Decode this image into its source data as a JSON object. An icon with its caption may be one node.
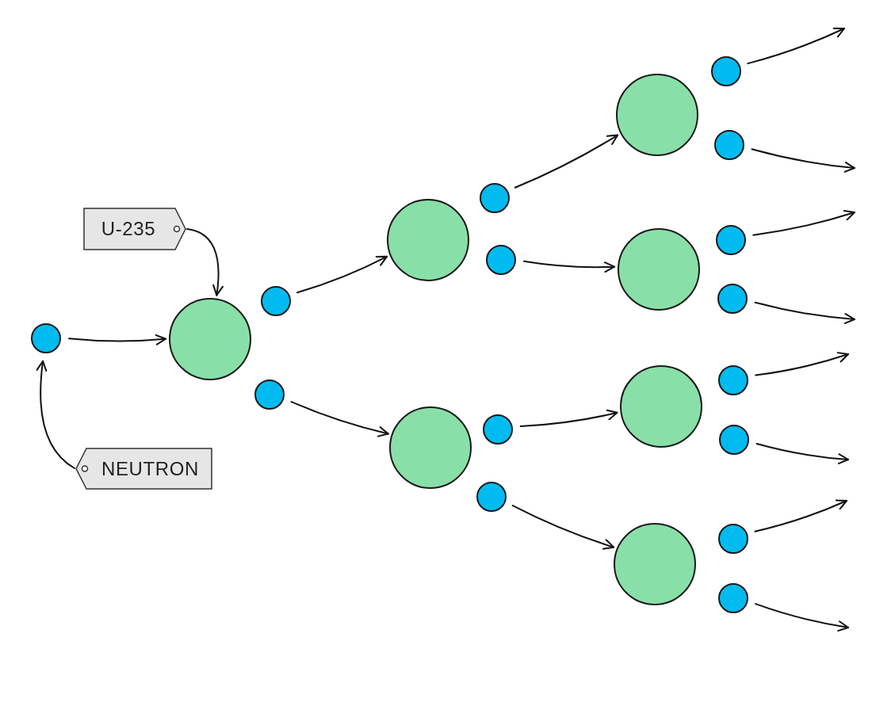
{
  "diagram": {
    "nodes": [
      {
        "text": [
          "U-235"
        ]
      },
      {
        "text": [
          "NEUTRON"
        ]
      },
      {
        "text": [],
        "shape": "circle"
      },
      {
        "text": [],
        "shape": "circle"
      },
      {
        "text": [],
        "shape": "circle"
      },
      {
        "text": [],
        "shape": "circle"
      },
      {
        "text": [],
        "shape": "circle"
      },
      {
        "text": [],
        "shape": "circle"
      },
      {
        "text": [],
        "shape": "circle"
      },
      {
        "text": [],
        "shape": "circle"
      },
      {
        "text": [],
        "shape": "circle"
      },
      {
        "text": [],
        "shape": "circle"
      },
      {
        "text": [],
        "shape": "circle"
      },
      {
        "text": [],
        "shape": "circle"
      },
      {
        "text": [],
        "shape": "circle"
      },
      {
        "text": [],
        "shape": "circle"
      },
      {
        "text": [],
        "shape": "circle"
      },
      {
        "text": [],
        "shape": "circle"
      },
      {
        "text": [],
        "shape": "circle"
      },
      {
        "text": [],
        "shape": "circle"
      },
      {
        "text": [],
        "shape": "circle"
      },
      {
        "text": [],
        "shape": "circle"
      },
      {
        "text": [],
        "shape": "circle"
      },
      {
        "text": [],
        "shape": "circle"
      }
    ],
    "edges": [
      {
        "from": 0,
        "to": 3,
        "arrow": "to"
      },
      {
        "from": 1,
        "to": 2,
        "arrow": "to"
      },
      {
        "from": 2,
        "to": 3,
        "arrow": "to"
      },
      {
        "from": 4,
        "to": 6,
        "arrow": "to"
      },
      {
        "from": 5,
        "to": 7,
        "arrow": "to"
      },
      {
        "from": 8,
        "to": 12,
        "arrow": "to"
      },
      {
        "from": 9,
        "to": 13,
        "arrow": "to"
      },
      {
        "from": 10,
        "to": 14,
        "arrow": "to"
      },
      {
        "from": 11,
        "to": 15,
        "arrow": "to"
      },
      {
        "from": 16,
        "to": null,
        "arrow": "to"
      },
      {
        "from": 17,
        "to": null,
        "arrow": "to"
      },
      {
        "from": 18,
        "to": null,
        "arrow": "to"
      },
      {
        "from": 19,
        "to": null,
        "arrow": "to"
      },
      {
        "from": 20,
        "to": null,
        "arrow": "to"
      },
      {
        "from": 21,
        "to": null,
        "arrow": "to"
      },
      {
        "from": 22,
        "to": null,
        "arrow": "to"
      },
      {
        "from": 23,
        "to": null,
        "arrow": "to"
      }
    ]
  }
}
